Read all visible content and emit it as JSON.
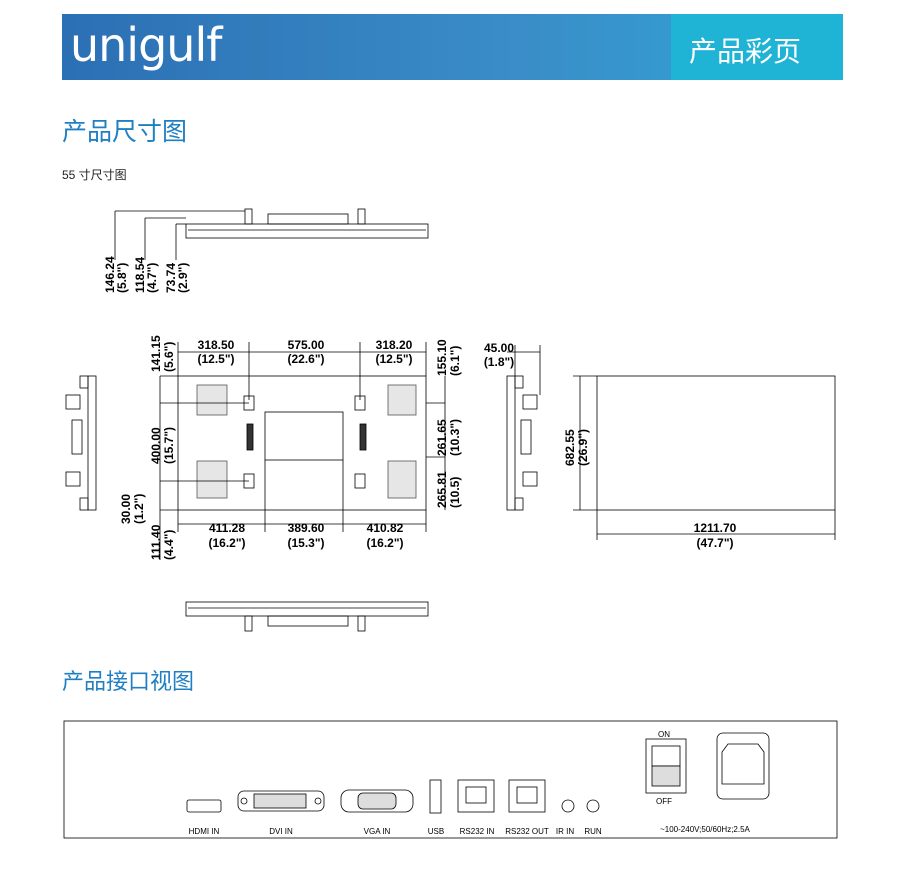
{
  "header": {
    "logo": "unigulf",
    "tag": "产品彩页"
  },
  "section1": {
    "title": "产品尺寸图",
    "subtitle": "55 寸尺寸图"
  },
  "section2": {
    "title": "产品接口视图"
  },
  "dims": {
    "side_146": "146.24",
    "side_146_in": "(5.8\")",
    "side_118": "118.54",
    "side_118_in": "(4.7\")",
    "side_73": "73.74",
    "side_73_in": "(2.9\")",
    "left_141": "141.15",
    "left_141_in": "(5.6\")",
    "top_318a": "318.50",
    "top_318a_in": "(12.5\")",
    "top_575": "575.00",
    "top_575_in": "(22.6\")",
    "top_318b": "318.20",
    "top_318b_in": "(12.5\")",
    "right_155": "155.10",
    "right_155_in": "(6.1\")",
    "depth_45": "45.00",
    "depth_45_in": "(1.8\")",
    "left_400": "400.00",
    "left_400_in": "(15.7\")",
    "right_261": "261.65",
    "right_261_in": "(10.3\")",
    "right_265": "265.81",
    "right_265_in": "(10.5)",
    "left_30": "30.00",
    "left_30_in": "(1.2\")",
    "left_111": "111.40",
    "left_111_in": "(4.4\")",
    "bot_411": "411.28",
    "bot_411_in": "(16.2\")",
    "bot_389": "389.60",
    "bot_389_in": "(15.3\")",
    "bot_410": "410.82",
    "bot_410_in": "(16.2\")",
    "height_682": "682.55",
    "height_682_in": "(26.9\")",
    "width_1211": "1211.70",
    "width_1211_in": "(47.7\")"
  },
  "ports": {
    "hdmi": "HDMI IN",
    "dvi": "DVI IN",
    "vga": "VGA IN",
    "usb": "USB",
    "rs232in": "RS232 IN",
    "rs232out": "RS232 OUT",
    "ir": "IR IN",
    "run": "RUN",
    "on": "ON",
    "off": "OFF",
    "power": "~100-240V;50/60Hz;2.5A"
  }
}
